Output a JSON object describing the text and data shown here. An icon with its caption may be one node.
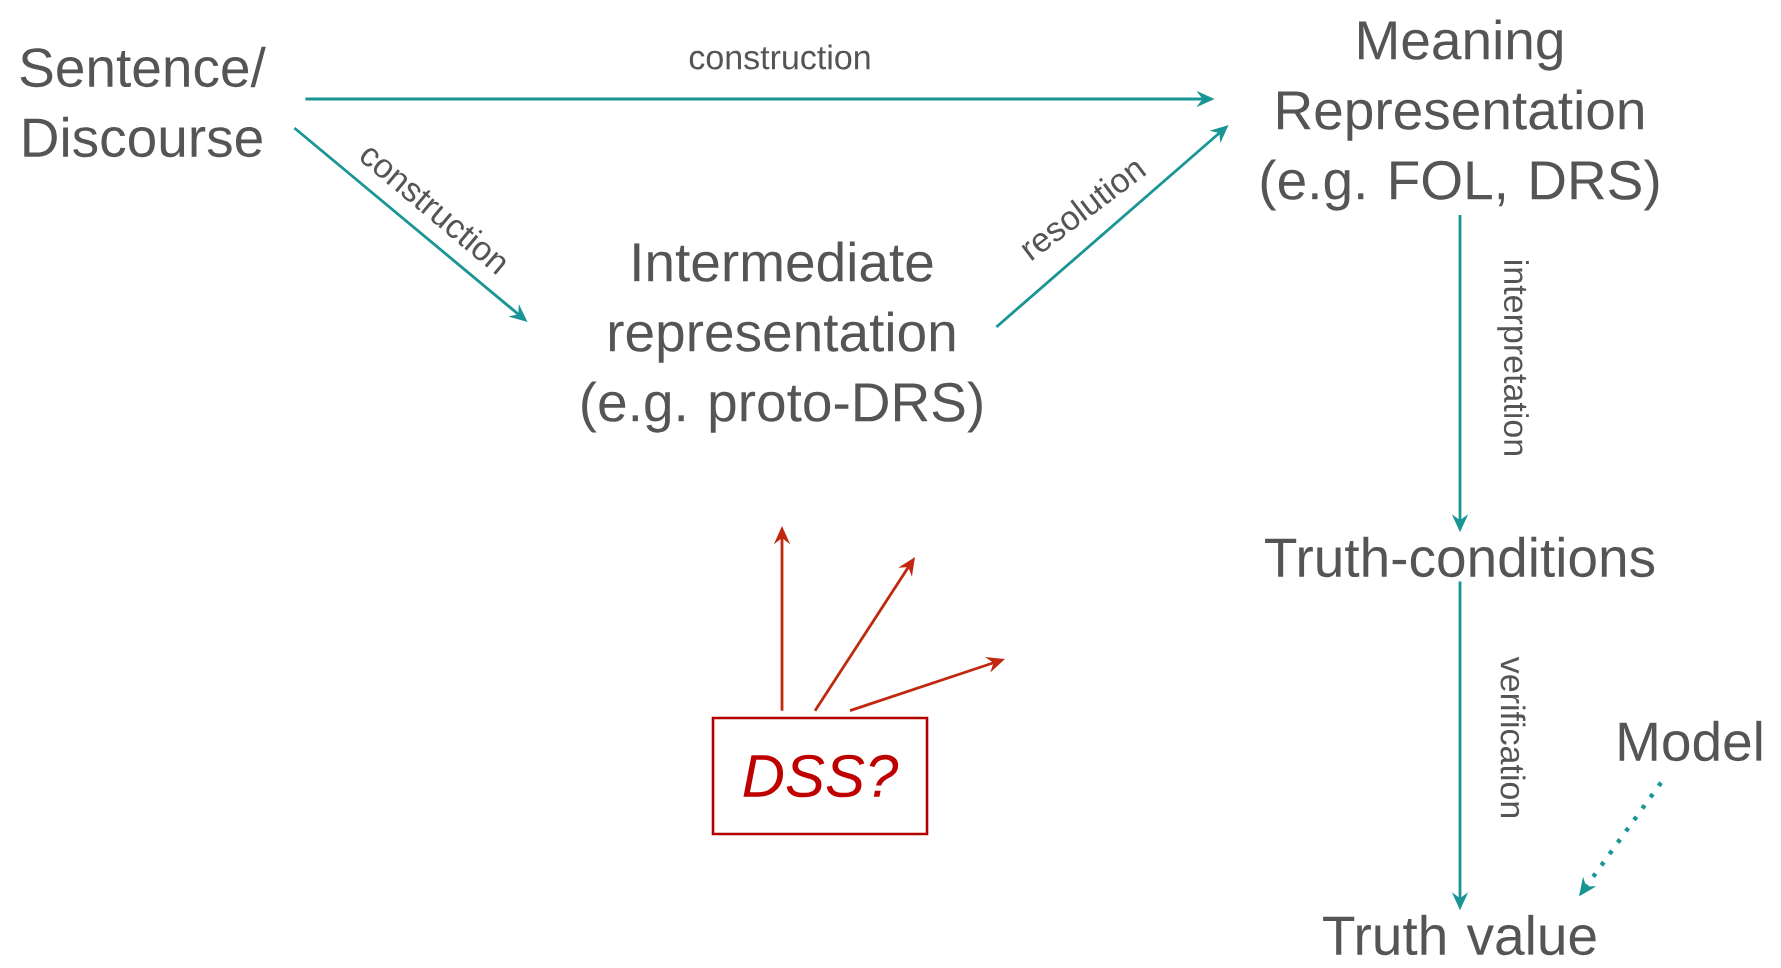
{
  "diagram": {
    "nodes": [
      {
        "text": [
          "Sentence/ Discourse"
        ]
      },
      {
        "text": [
          "Meaning Representation (e.g. FOL, DRS)"
        ]
      },
      {
        "text": [
          "Intermediate representation (e.g. proto-DRS)"
        ]
      },
      {
        "text": [
          "Truth-conditions"
        ]
      },
      {
        "text": [
          "Truth value"
        ]
      },
      {
        "text": [
          "Model"
        ]
      },
      {
        "text": [
          "DSS?"
        ]
      }
    ],
    "edges": [
      {
        "from": 0,
        "to": 1,
        "arrow": "to",
        "label": "construction"
      },
      {
        "from": 0,
        "to": 2,
        "arrow": "to",
        "label": "construction"
      },
      {
        "from": 2,
        "to": 1,
        "arrow": "to",
        "label": "resolution"
      },
      {
        "from": 1,
        "to": 3,
        "arrow": "to",
        "label": "interpretation"
      },
      {
        "from": 3,
        "to": 4,
        "arrow": "to",
        "label": "verification"
      },
      {
        "from": 5,
        "to": 4,
        "arrow": "to",
        "style": "dashed"
      },
      {
        "from": 6,
        "to": null,
        "arrow": "to",
        "color": "#c0280f"
      },
      {
        "from": 6,
        "to": null,
        "arrow": "to",
        "color": "#c0280f"
      },
      {
        "from": 6,
        "to": null,
        "arrow": "to",
        "color": "#c0280f"
      }
    ]
  }
}
